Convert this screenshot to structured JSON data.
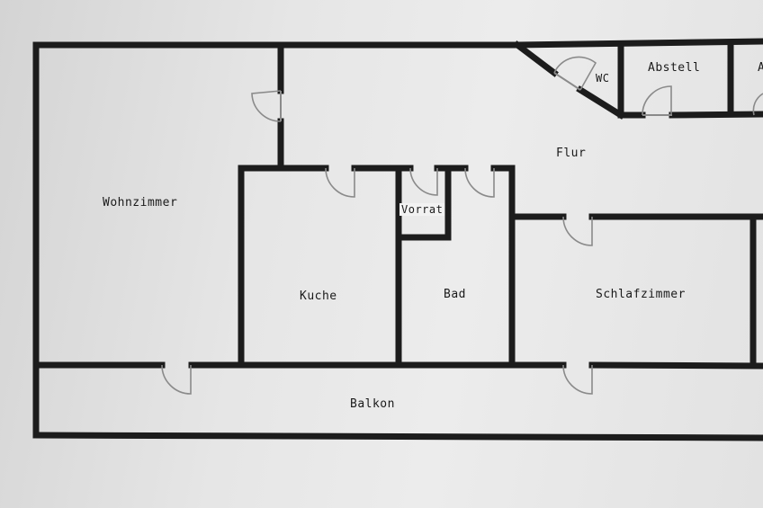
{
  "rooms": {
    "wohnzimmer": "Wohnzimmer",
    "flur": "Flur",
    "wc": "WC",
    "abstell": "Abstell",
    "abstell_partial": "A",
    "vorrat": "Vorrat",
    "kuche": "Kuche",
    "bad": "Bad",
    "schlafzimmer": "Schlafzimmer",
    "balkon": "Balkon"
  }
}
